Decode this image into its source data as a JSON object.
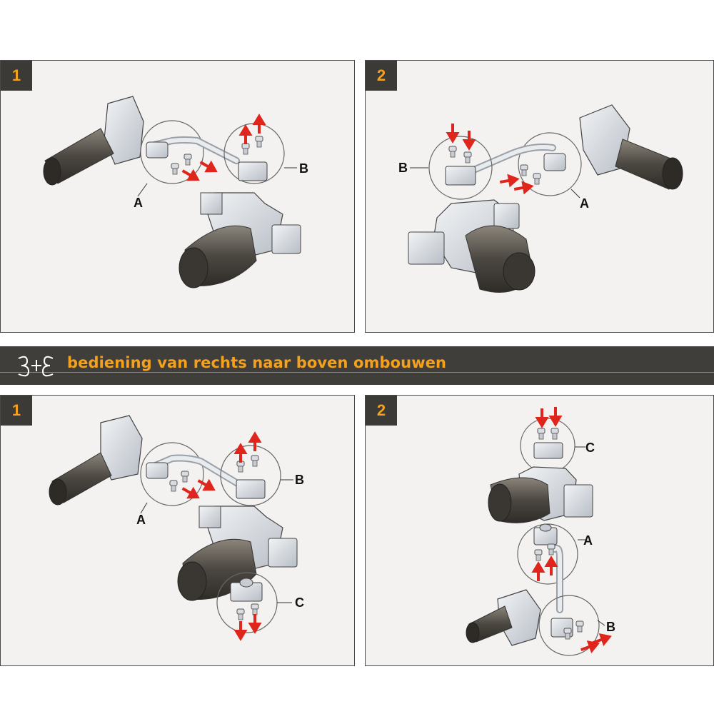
{
  "header": {
    "logo_text": "3+E",
    "title": "bediening van rechts naar boven ombouwen"
  },
  "panels": [
    {
      "step": "1",
      "labels": {
        "a": "A",
        "b": "B"
      }
    },
    {
      "step": "2",
      "labels": {
        "a": "A",
        "b": "B"
      }
    },
    {
      "step": "1",
      "labels": {
        "a": "A",
        "b": "B",
        "c": "C"
      }
    },
    {
      "step": "2",
      "labels": {
        "a": "A",
        "b": "B",
        "c": "C"
      }
    }
  ],
  "colors": {
    "badge_bg": "#3b3a36",
    "badge_text": "#f5a11c",
    "banner_bg": "#403e3a",
    "arrow": "#e0261c",
    "actuator": "#4a4640"
  }
}
